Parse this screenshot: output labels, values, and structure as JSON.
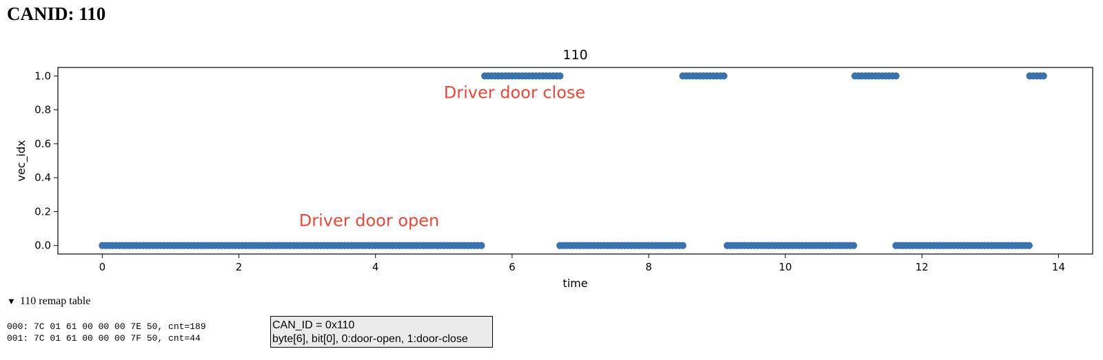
{
  "page": {
    "title": "CANID: 110"
  },
  "chart_data": {
    "type": "scatter",
    "title": "110",
    "xlabel": "time",
    "ylabel": "vec_idx",
    "xlim": [
      -0.65,
      14.5
    ],
    "ylim": [
      -0.05,
      1.05
    ],
    "xticks": [
      0,
      2,
      4,
      6,
      8,
      10,
      12,
      14
    ],
    "yticks": [
      0.0,
      0.2,
      0.4,
      0.6,
      0.8,
      1.0
    ],
    "grid": false,
    "marker_color": "#3a72ad",
    "segments": [
      {
        "x_start": 0.0,
        "x_end": 5.55,
        "y": 0
      },
      {
        "x_start": 5.6,
        "x_end": 6.68,
        "y": 1
      },
      {
        "x_start": 6.7,
        "x_end": 8.48,
        "y": 0
      },
      {
        "x_start": 8.5,
        "x_end": 9.12,
        "y": 1
      },
      {
        "x_start": 9.15,
        "x_end": 10.98,
        "y": 0
      },
      {
        "x_start": 11.02,
        "x_end": 11.6,
        "y": 1
      },
      {
        "x_start": 11.62,
        "x_end": 13.55,
        "y": 0
      },
      {
        "x_start": 13.58,
        "x_end": 13.8,
        "y": 1
      }
    ],
    "sample_interval": 0.05,
    "annotations": [
      {
        "text": "Driver door close",
        "x": 5.0,
        "y": 0.87,
        "color": "#e8483a"
      },
      {
        "text": "Driver door open",
        "x": 2.88,
        "y": 0.115,
        "color": "#e8483a"
      }
    ]
  },
  "remap": {
    "summary": "110 remap table",
    "lines": [
      "000: 7C 01 61 00 00 00 7E 50, cnt=189",
      "001: 7C 01 61 00 00 00 7F 50, cnt=44"
    ]
  },
  "note": {
    "line1": "CAN_ID = 0x110",
    "line2": "byte[6], bit[0], 0:door-open, 1:door-close"
  }
}
